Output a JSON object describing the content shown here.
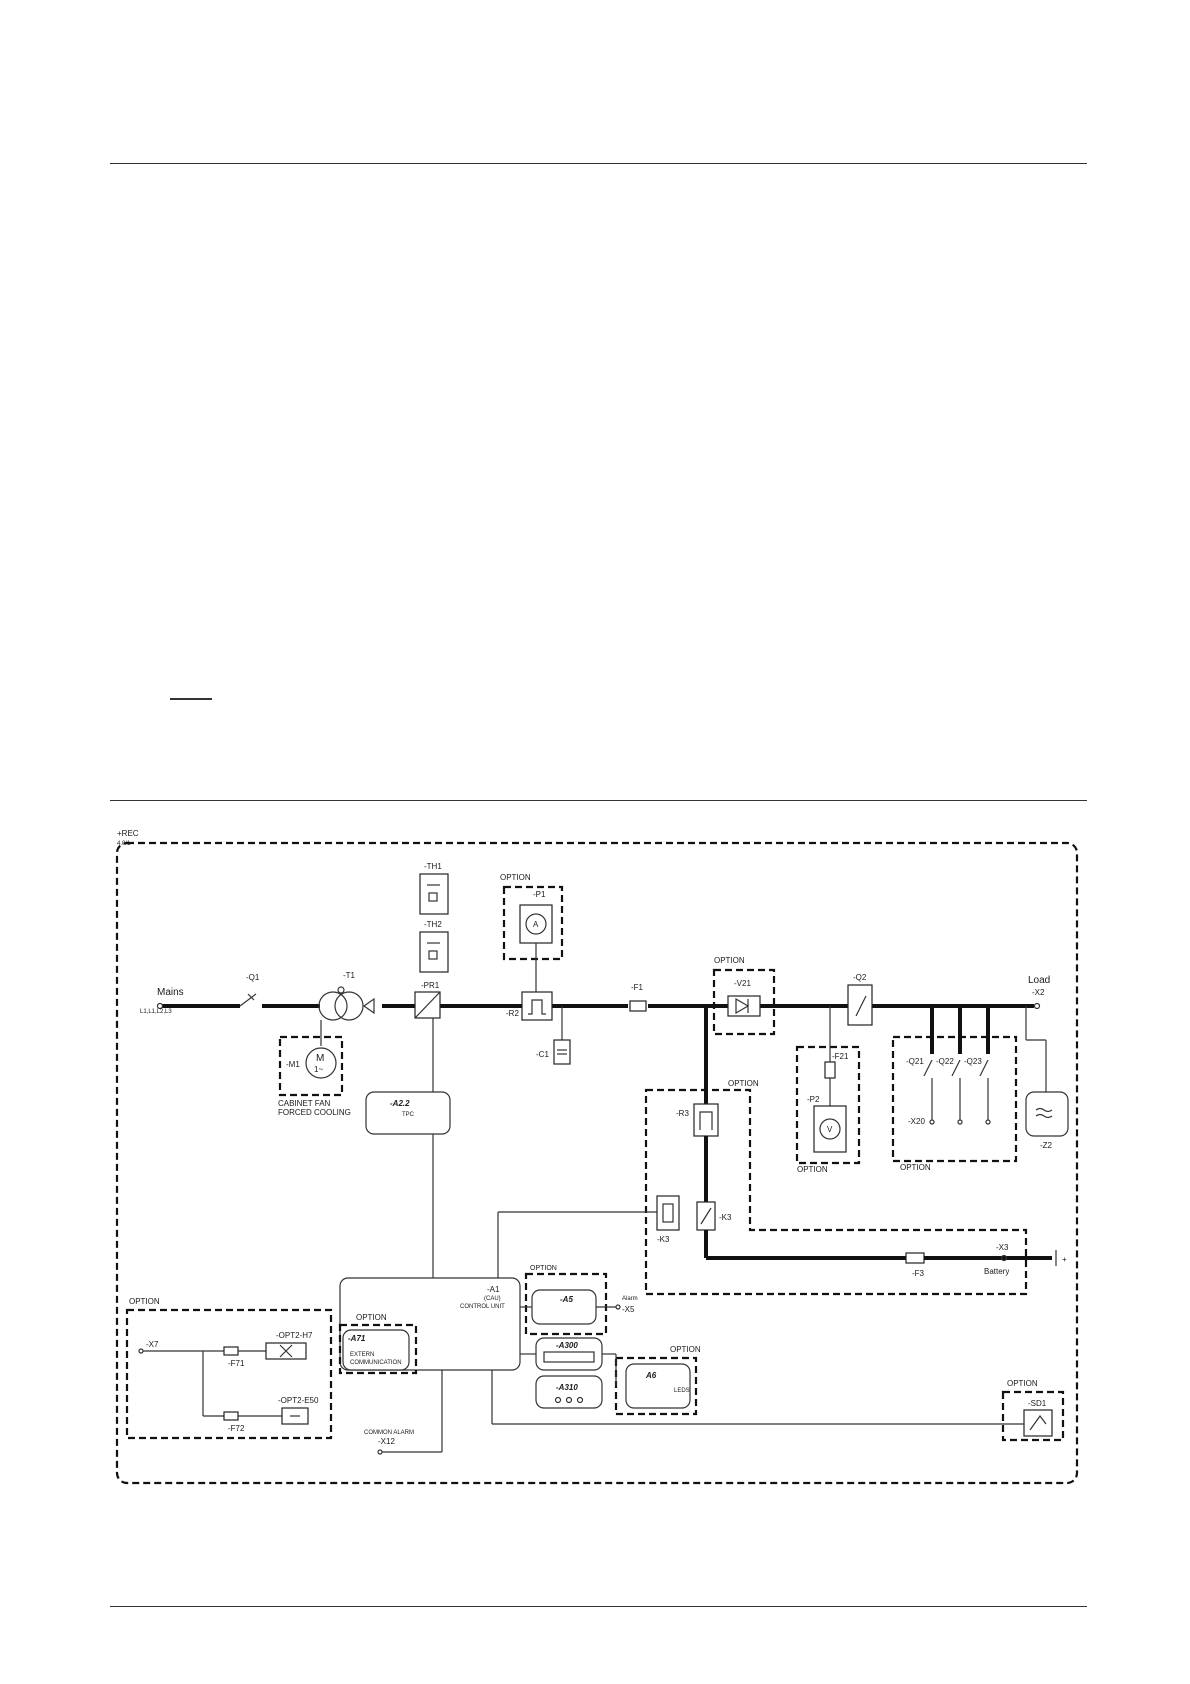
{
  "diagram": {
    "enclosure": {
      "id": "+REC",
      "sub": "4.0/1"
    },
    "mains": {
      "label": "Mains",
      "phases": "L1,L1,L2,L3"
    },
    "load": {
      "label": "Load",
      "terminal": "-X2"
    },
    "battery": {
      "label": "Battery",
      "terminal": "-X3",
      "polarity": "+"
    },
    "option_label": "OPTION",
    "components": {
      "q1": "-Q1",
      "t1": "-T1",
      "pr1": "-PR1",
      "th1": "-TH1",
      "th2": "-TH2",
      "p1": "-P1",
      "p1_symbol": "A",
      "r2": "-R2",
      "c1": "-C1",
      "f1": "-F1",
      "v21": "-V21",
      "q2": "-Q2",
      "f21": "-F21",
      "p2": "-P2",
      "p2_symbol": "V",
      "q21": "-Q21",
      "q22": "-Q22",
      "q23": "-Q23",
      "x20": "-X20",
      "z2": "-Z2",
      "m1": "-M1",
      "m1_symbol_top": "M",
      "m1_symbol_bottom": "1~",
      "fan_line1": "CABINET FAN",
      "fan_line2": "FORCED COOLING",
      "a22": "-A2.2",
      "a22_sub": "TPC",
      "r3": "-R3",
      "k3": "-K3",
      "k3b": "-K3",
      "f3": "-F3",
      "a1": "-A1",
      "a1_sub1": "(CAU)",
      "a1_sub2": "CONTROL UNIT",
      "a71": "-A71",
      "a71_sub1": "EXTERN",
      "a71_sub2": "COMMUNICATION",
      "a5": "-A5",
      "x5_alarm": "Alarm",
      "x5": "-X5",
      "a300": "-A300",
      "a310": "-A310",
      "a6": "A6",
      "a6_sub": "LEDS",
      "x7": "-X7",
      "f71": "-F71",
      "f72": "-F72",
      "opt2_h7": "-OPT2-H7",
      "opt2_e50": "-OPT2-E50",
      "x12_title": "COMMON ALARM",
      "x12": "-X12",
      "sd1": "-SD1"
    }
  }
}
